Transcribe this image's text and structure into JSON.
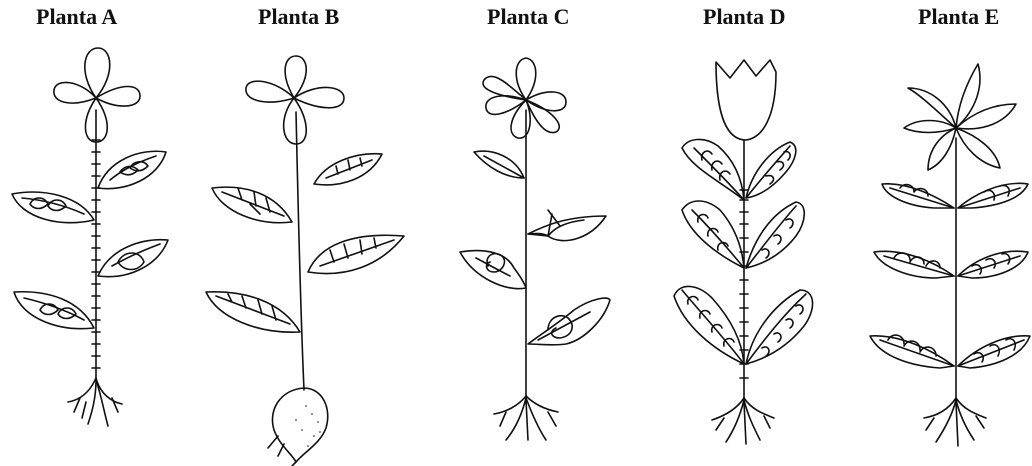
{
  "plants": [
    {
      "id": "a",
      "label": "Planta A"
    },
    {
      "id": "b",
      "label": "Planta B"
    },
    {
      "id": "c",
      "label": "Planta C"
    },
    {
      "id": "d",
      "label": "Planta D"
    },
    {
      "id": "e",
      "label": "Planta E"
    }
  ],
  "colors": {
    "ink": "#111111",
    "background": "#ffffff"
  }
}
